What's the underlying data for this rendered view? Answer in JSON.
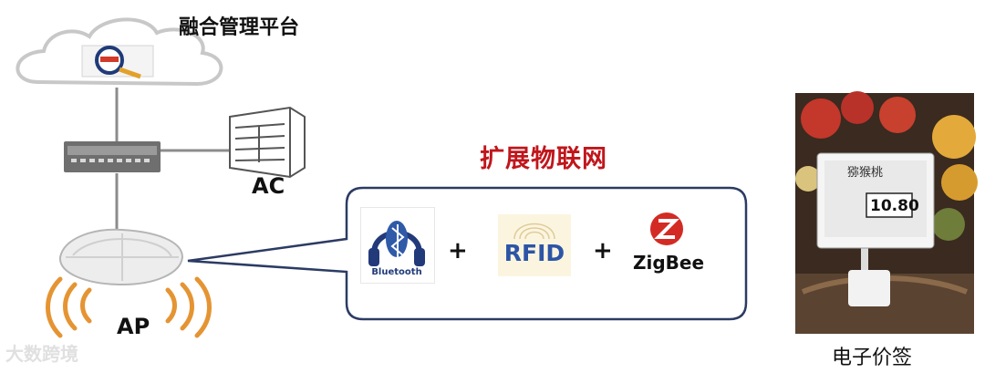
{
  "platform": {
    "title": "融合管理平台"
  },
  "nodes": {
    "ac": {
      "label": "AC",
      "device_icon": "access-controller-icon"
    },
    "ap": {
      "label": "AP",
      "device_icon": "access-point-icon"
    },
    "switch": {
      "device_icon": "switch-icon"
    },
    "cloud": {
      "device_icon": "cloud-icon"
    }
  },
  "iot": {
    "title": "扩展物联网",
    "items": [
      {
        "name": "bluetooth",
        "label": "Bluetooth",
        "icon": "bluetooth-icon"
      },
      {
        "name": "rfid",
        "label": "RFID",
        "icon": "rfid-icon"
      },
      {
        "name": "zigbee",
        "label": "ZigBee",
        "icon": "zigbee-icon"
      }
    ],
    "separator": "+"
  },
  "esl": {
    "label": "电子价签",
    "product": "猕猴桃",
    "price": "10.80"
  },
  "watermark": "大数跨境",
  "colors": {
    "accent_red": "#c0161c",
    "line_gray": "#8c8c8c",
    "box_border": "#2b3b63"
  }
}
